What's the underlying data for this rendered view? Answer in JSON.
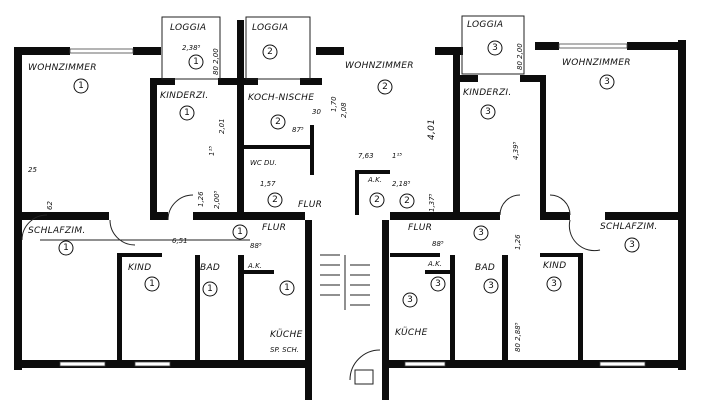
{
  "rooms": {
    "loggia1": {
      "label": "LOGGIA",
      "unit": "1"
    },
    "loggia2": {
      "label": "LOGGIA",
      "unit": "2"
    },
    "loggia3": {
      "label": "LOGGIA",
      "unit": "3"
    },
    "wohnzimmer1": {
      "label": "WOHNZIMMER",
      "unit": "1"
    },
    "wohnzimmer2": {
      "label": "WOHNZIMMER",
      "unit": "2"
    },
    "wohnzimmer3": {
      "label": "WOHNZIMMER",
      "unit": "3"
    },
    "kinderzi1": {
      "label": "KINDERZI.",
      "unit": "1"
    },
    "kinderzi3": {
      "label": "KINDERZI.",
      "unit": "3"
    },
    "kochnische2": {
      "label": "KOCH-NISCHE",
      "unit": "2"
    },
    "wcdu2": {
      "label": "WC DU.",
      "unit": "2"
    },
    "ak2": {
      "label": "A.K.",
      "unit": "2"
    },
    "flur2": {
      "label": "FLUR",
      "unit": "2"
    },
    "schlafzim1": {
      "label": "SCHLAFZIM.",
      "unit": "1"
    },
    "schlafzim3": {
      "label": "SCHLAFZIM.",
      "unit": "3"
    },
    "flur1": {
      "label": "FLUR",
      "unit": "1"
    },
    "flur3": {
      "label": "FLUR",
      "unit": "3"
    },
    "kind1": {
      "label": "KIND",
      "unit": "1"
    },
    "kind3": {
      "label": "KIND",
      "unit": "3"
    },
    "bad1": {
      "label": "BAD",
      "unit": "1"
    },
    "bad3": {
      "label": "BAD",
      "unit": "3"
    },
    "ak1": {
      "label": "A.K.",
      "unit": "1"
    },
    "ak3": {
      "label": "A.K.",
      "unit": "3"
    },
    "kueche1": {
      "label": "KÜCHE",
      "unit": "1",
      "note": "SP. SCH."
    },
    "kueche3": {
      "label": "KÜCHE",
      "unit": "3"
    }
  },
  "dimensions": {
    "loggia1_width": "2,38⁵",
    "loggia1_depth": "80 2,00",
    "loggia3_depth": "80 2,00",
    "kinderzi1_depth": "2,01",
    "kinderzi3_depth": "4,39⁵",
    "wohnzimmer2_depth": "4,01",
    "kochnische_h": "1,70",
    "kochnische_h2": "2,08",
    "kochnische_30": "30",
    "kochnische_87": "87⁵",
    "dim_115a": "1¹⁵",
    "dim_115b": "1¹⁵",
    "dim_157": "1,57",
    "dim_763": "7,63",
    "dim_2185": "2,18⁵",
    "dim_1375": "1,37⁵",
    "dim_25": "25",
    "dim_62": "62",
    "dim_126": "1,26",
    "dim_2005": "2,00⁵",
    "flur1_length": "6,51",
    "dim_885a": "88⁵",
    "dim_885b": "88⁵",
    "flur3_126": "1,26",
    "kind3_depth": "80 2,88⁵"
  }
}
